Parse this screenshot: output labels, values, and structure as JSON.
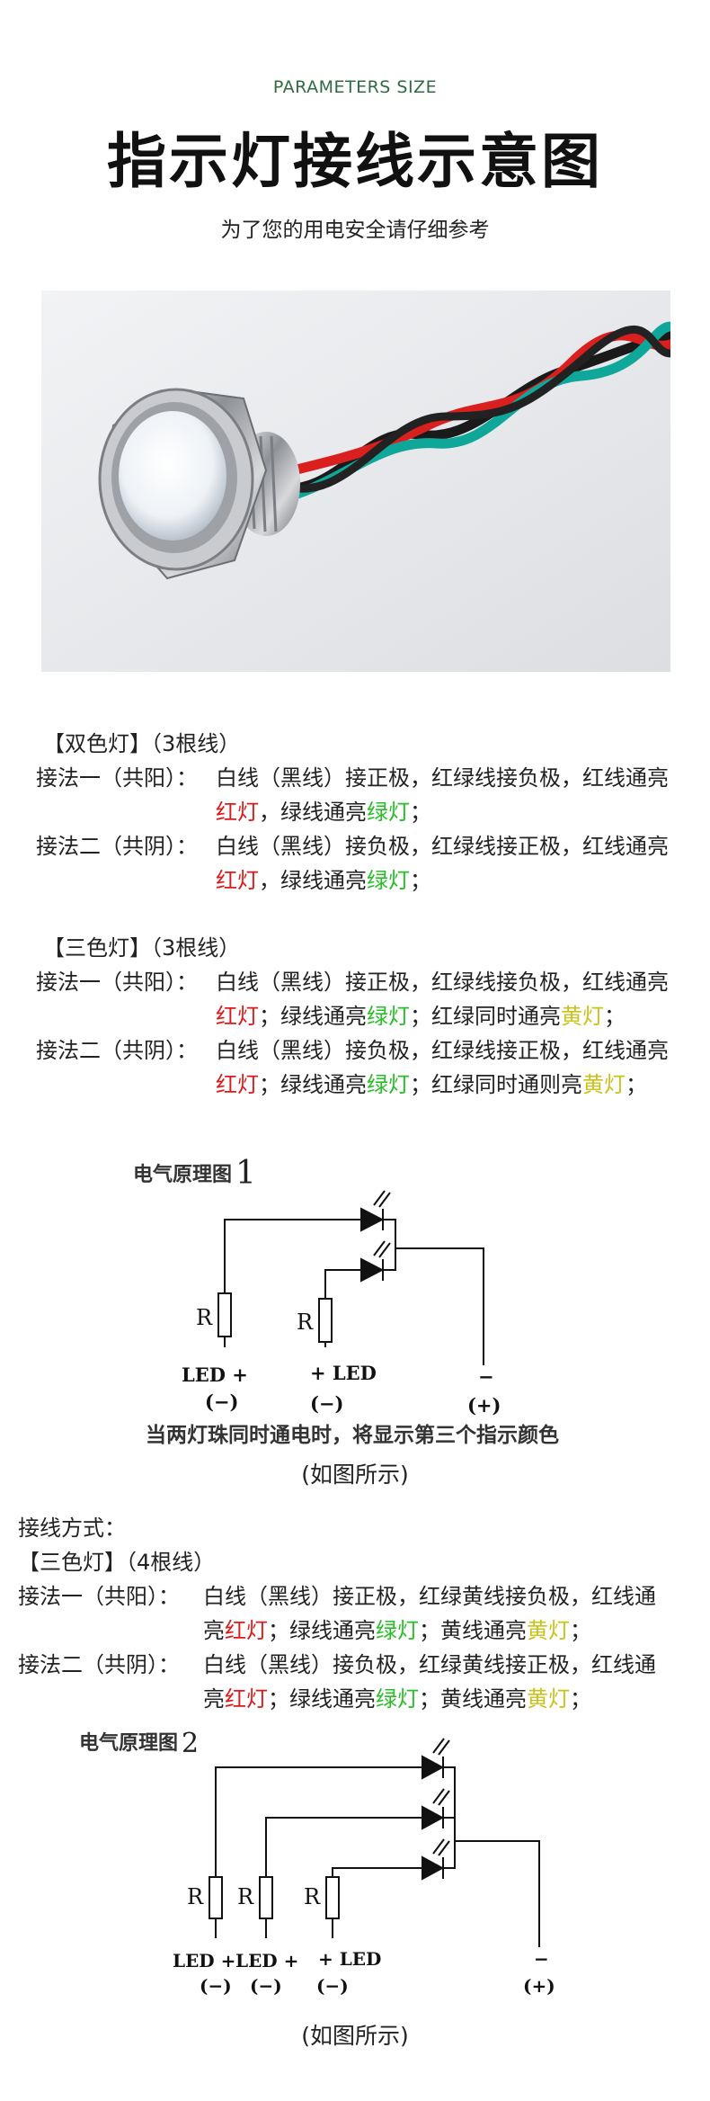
{
  "header": {
    "eyebrow": "PARAMETERS SIZE",
    "title": "指示灯接线示意图",
    "subtitle": "为了您的用电安全请仔细参考"
  },
  "section_dual": {
    "heading": "【双色灯】（3根线）",
    "m1_label": "接法一（共阳）：",
    "m1_text": "白线（黑线）接正极，红绿线接负极，红线通亮",
    "m1_red": "红灯",
    "m1_mid": "，绿线通亮",
    "m1_green": "绿灯",
    "m1_end": "；",
    "m2_label": "接法二（共阴）：",
    "m2_text": "白线（黑线）接负极，红绿线接正极，红线通亮",
    "m2_red": "红灯",
    "m2_mid": "，绿线通亮",
    "m2_green": "绿灯",
    "m2_end": "；"
  },
  "section_tri3": {
    "heading": "【三色灯】（3根线）",
    "m1_label": "接法一（共阳）：",
    "m1_text": "白线（黑线）接正极，红绿线接负极，红线通亮",
    "m1_red": "红灯",
    "m1_mid1": "；绿线通亮",
    "m1_green": "绿灯",
    "m1_mid2": "；红绿同时通亮",
    "m1_yellow": "黄灯",
    "m1_end": "；",
    "m2_label": "接法二（共阴）：",
    "m2_text": "白线（黑线）接负极，红绿线接正极，红线通亮",
    "m2_red": "红灯",
    "m2_mid1": "；绿线通亮",
    "m2_green": "绿灯",
    "m2_mid2": "；红绿同时通则亮",
    "m2_yellow": "黄灯",
    "m2_end": "；"
  },
  "diagram1": {
    "title": "电气原理图",
    "number": "1",
    "r1": "R",
    "r2": "R",
    "t1": "LED +",
    "t1b": "(−)",
    "t2": "+ LED",
    "t2b": "(−)",
    "t3": "−",
    "t3b": "(+)",
    "note": "当两灯珠同时通电时，将显示第三个指示颜色",
    "caption": "(如图所示)"
  },
  "section_tri4": {
    "intro": "接线方式：",
    "heading": "【三色灯】（4根线）",
    "m1_label": "接法一（共阳）：",
    "m1_text": "白线（黑线）接正极，红绿黄线接负极，红线通",
    "m1_cont": "亮",
    "m1_red": "红灯",
    "m1_mid1": "；绿线通亮",
    "m1_green": "绿灯",
    "m1_mid2": "；黄线通亮",
    "m1_yellow": "黄灯",
    "m1_end": "；",
    "m2_label": "接法二（共阴）：",
    "m2_text": "白线（黑线）接负极，红绿黄线接正极，红线通",
    "m2_cont": "亮",
    "m2_red": "红灯",
    "m2_mid1": "；绿线通亮",
    "m2_green": "绿灯",
    "m2_mid2": "；黄线通亮",
    "m2_yellow": "黄灯",
    "m2_end": "；"
  },
  "diagram2": {
    "title": "电气原理图",
    "number": "2",
    "r1": "R",
    "r2": "R",
    "r3": "R",
    "t1": "LED +",
    "t1b": "(−)",
    "t2": "LED +",
    "t2b": "(−)",
    "t3": "+ LED",
    "t3b": "(−)",
    "t4": "−",
    "t4b": "(+)",
    "caption": "(如图所示)"
  },
  "colors": {
    "red": "#e01818",
    "green": "#26c026",
    "yellow": "#c9c21a",
    "accent": "#2f6b43"
  }
}
